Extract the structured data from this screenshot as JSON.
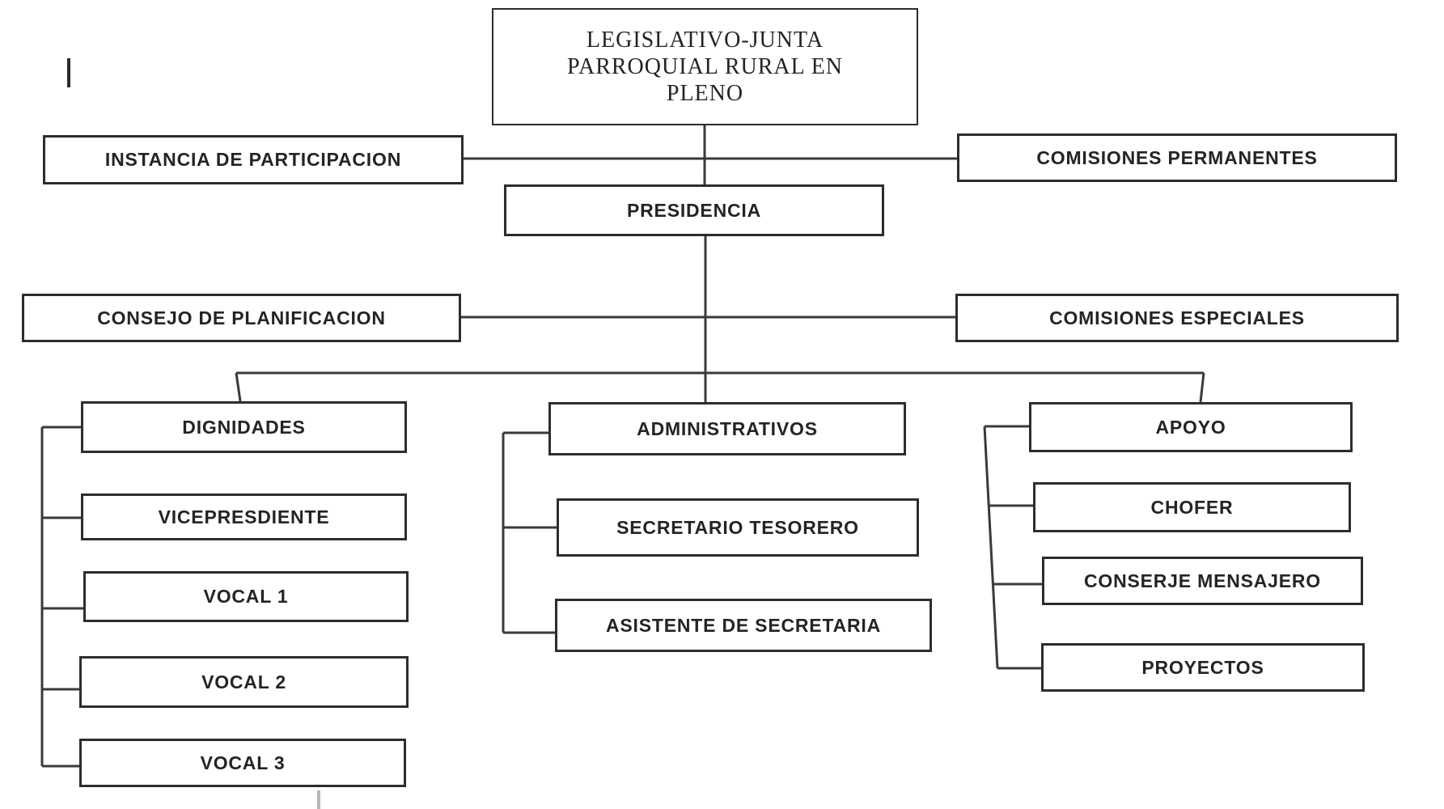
{
  "document": {
    "type": "org-chart",
    "language": "es",
    "background": "#ffffff"
  },
  "colors": {
    "box_border": "#2d2d2d",
    "box_fill": "#ffffff",
    "text": "#242424",
    "connector_line": "#3a3a3a",
    "faint_line": "#b8b8b8"
  },
  "nodes": {
    "legislativo": {
      "label": "LEGISLATIVO-JUNTA\nPARROQUIAL RURAL EN\nPLENO"
    },
    "instancia": {
      "label": "INSTANCIA DE PARTICIPACION"
    },
    "comisiones_permanentes": {
      "label": "COMISIONES PERMANENTES"
    },
    "presidencia": {
      "label": "PRESIDENCIA"
    },
    "consejo": {
      "label": "CONSEJO DE PLANIFICACION"
    },
    "comisiones_especiales": {
      "label": "COMISIONES ESPECIALES"
    },
    "dignidades": {
      "label": "DIGNIDADES"
    },
    "vicepresdiente": {
      "label": "VICEPRESDIENTE"
    },
    "vocal1": {
      "label": "VOCAL 1"
    },
    "vocal2": {
      "label": "VOCAL 2"
    },
    "vocal3": {
      "label": "VOCAL 3"
    },
    "administrativos": {
      "label": "ADMINISTRATIVOS"
    },
    "secretario_tesorero": {
      "label": "SECRETARIO TESORERO"
    },
    "asistente_secretaria": {
      "label": "ASISTENTE DE SECRETARIA"
    },
    "apoyo": {
      "label": "APOYO"
    },
    "chofer": {
      "label": "CHOFER"
    },
    "conserje_mensajero": {
      "label": "CONSERJE MENSAJERO"
    },
    "proyectos": {
      "label": "PROYECTOS"
    }
  },
  "hierarchy": {
    "root": "legislativo",
    "root_children": [
      "presidencia"
    ],
    "level1_lateral": [
      "instancia",
      "comisiones_permanentes"
    ],
    "presidencia_lateral": [
      "consejo",
      "comisiones_especiales"
    ],
    "presidencia_children": [
      "dignidades",
      "administrativos",
      "apoyo"
    ],
    "dignidades_children": [
      "vicepresdiente",
      "vocal1",
      "vocal2",
      "vocal3"
    ],
    "administrativos_children": [
      "secretario_tesorero",
      "asistente_secretaria"
    ],
    "apoyo_children": [
      "chofer",
      "conserje_mensajero",
      "proyectos"
    ]
  }
}
